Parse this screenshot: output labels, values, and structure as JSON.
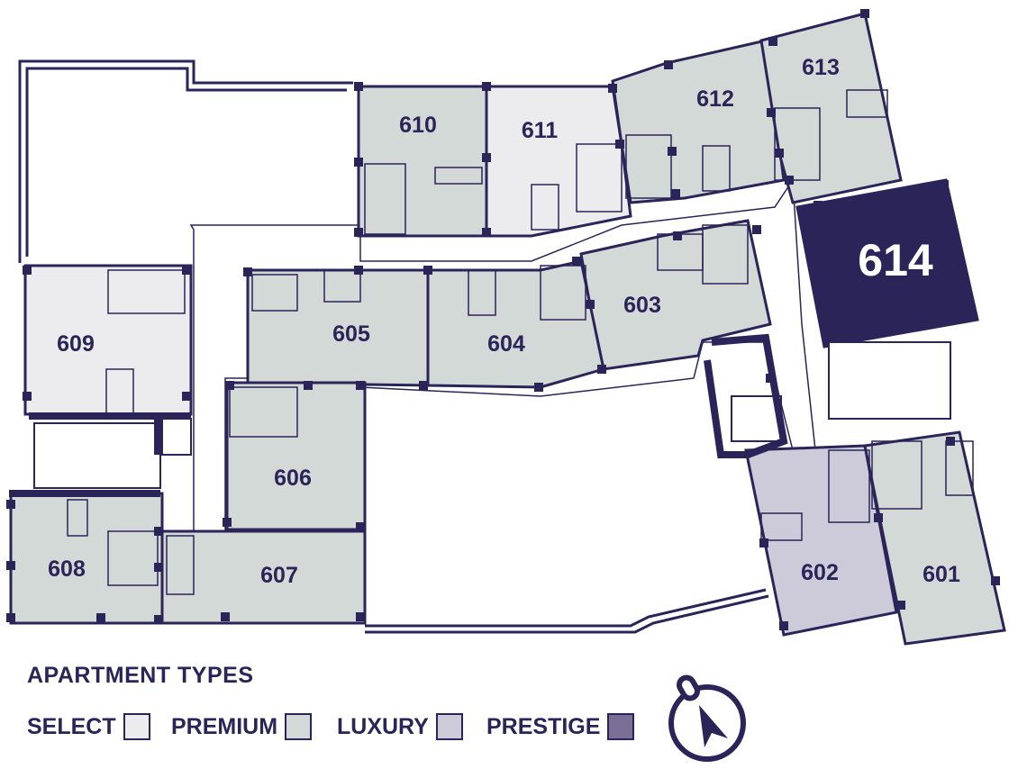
{
  "units": [
    {
      "id": "601",
      "type": "premium"
    },
    {
      "id": "602",
      "type": "luxury"
    },
    {
      "id": "603",
      "type": "premium"
    },
    {
      "id": "604",
      "type": "premium"
    },
    {
      "id": "605",
      "type": "premium"
    },
    {
      "id": "606",
      "type": "premium"
    },
    {
      "id": "607",
      "type": "premium"
    },
    {
      "id": "608",
      "type": "premium"
    },
    {
      "id": "609",
      "type": "select"
    },
    {
      "id": "610",
      "type": "premium"
    },
    {
      "id": "611",
      "type": "select"
    },
    {
      "id": "612",
      "type": "premium"
    },
    {
      "id": "613",
      "type": "premium"
    },
    {
      "id": "614",
      "type": "prestige"
    }
  ],
  "selected_unit": "614",
  "legend": {
    "title": "APARTMENT TYPES",
    "items": [
      {
        "label": "SELECT",
        "color": "#ececee"
      },
      {
        "label": "PREMIUM",
        "color": "#d3d9d6"
      },
      {
        "label": "LUXURY",
        "color": "#cdcad9"
      },
      {
        "label": "PRESTIGE",
        "color": "#7c6f96"
      }
    ]
  },
  "colors": {
    "wall": "#2a2458",
    "select": "#ececee",
    "premium": "#d3d9d6",
    "luxury": "#cdcad9",
    "prestige": "#7c6f96",
    "selected_fill": "#2a2458"
  },
  "compass_icon": "north-arrow-icon"
}
